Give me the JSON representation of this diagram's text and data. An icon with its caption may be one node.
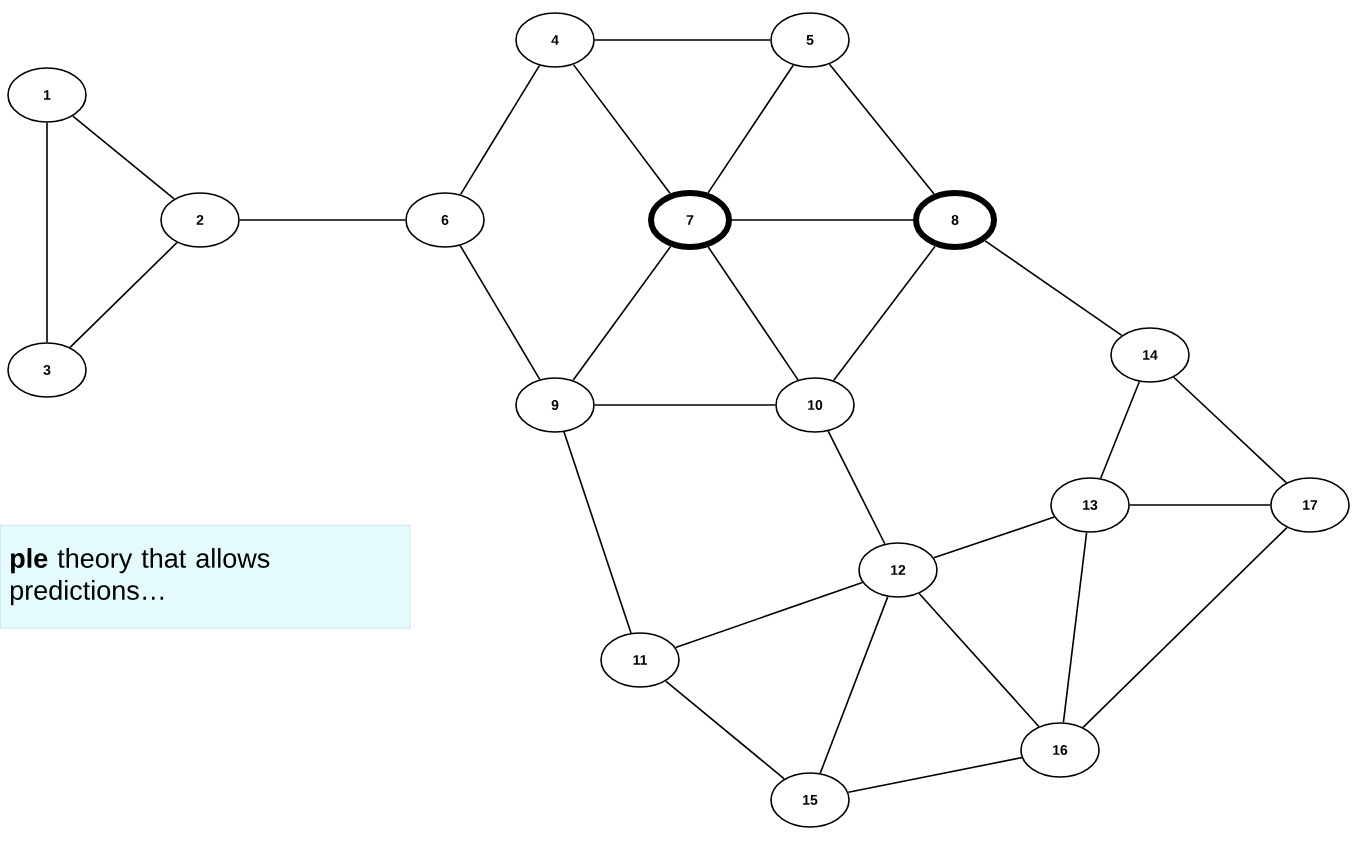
{
  "diagram": {
    "nodes": [
      {
        "text": [
          "1"
        ]
      },
      {
        "text": [
          "2"
        ]
      },
      {
        "text": [
          "3"
        ]
      },
      {
        "text": [
          "4"
        ]
      },
      {
        "text": [
          "5"
        ]
      },
      {
        "text": [
          "6"
        ]
      },
      {
        "text": [
          "7"
        ]
      },
      {
        "text": [
          "8"
        ]
      },
      {
        "text": [
          "9"
        ]
      },
      {
        "text": [
          "10"
        ]
      },
      {
        "text": [
          "11"
        ]
      },
      {
        "text": [
          "12"
        ]
      },
      {
        "text": [
          "13"
        ]
      },
      {
        "text": [
          "14"
        ]
      },
      {
        "text": [
          "15"
        ]
      },
      {
        "text": [
          "16"
        ]
      },
      {
        "text": [
          "17"
        ]
      }
    ],
    "edges": [
      {
        "from": 0,
        "to": 1,
        "arrow": "none"
      },
      {
        "from": 0,
        "to": 2,
        "arrow": "none"
      },
      {
        "from": 1,
        "to": 2,
        "arrow": "none"
      },
      {
        "from": 1,
        "to": 5,
        "arrow": "none"
      },
      {
        "from": 5,
        "to": 3,
        "arrow": "none"
      },
      {
        "from": 3,
        "to": 4,
        "arrow": "none"
      },
      {
        "from": 3,
        "to": 6,
        "arrow": "none"
      },
      {
        "from": 4,
        "to": 6,
        "arrow": "none"
      },
      {
        "from": 4,
        "to": 7,
        "arrow": "none"
      },
      {
        "from": 6,
        "to": 7,
        "arrow": "none"
      },
      {
        "from": 5,
        "to": 8,
        "arrow": "none"
      },
      {
        "from": 6,
        "to": 8,
        "arrow": "none"
      },
      {
        "from": 6,
        "to": 9,
        "arrow": "none"
      },
      {
        "from": 7,
        "to": 9,
        "arrow": "none"
      },
      {
        "from": 7,
        "to": 13,
        "arrow": "none"
      },
      {
        "from": 8,
        "to": 9,
        "arrow": "none"
      },
      {
        "from": 8,
        "to": 10,
        "arrow": "none"
      },
      {
        "from": 9,
        "to": 11,
        "arrow": "none"
      },
      {
        "from": 10,
        "to": 11,
        "arrow": "none"
      },
      {
        "from": 10,
        "to": 14,
        "arrow": "none"
      },
      {
        "from": 11,
        "to": 12,
        "arrow": "none"
      },
      {
        "from": 11,
        "to": 14,
        "arrow": "none"
      },
      {
        "from": 11,
        "to": 15,
        "arrow": "none"
      },
      {
        "from": 12,
        "to": 13,
        "arrow": "none"
      },
      {
        "from": 12,
        "to": 16,
        "arrow": "none"
      },
      {
        "from": 12,
        "to": 15,
        "arrow": "none"
      },
      {
        "from": 13,
        "to": 16,
        "arrow": "none"
      },
      {
        "from": 15,
        "to": 16,
        "arrow": "none"
      },
      {
        "from": 14,
        "to": 15,
        "arrow": "none"
      }
    ],
    "labels": [
      "**ple** theory that allows predictions…"
    ]
  }
}
